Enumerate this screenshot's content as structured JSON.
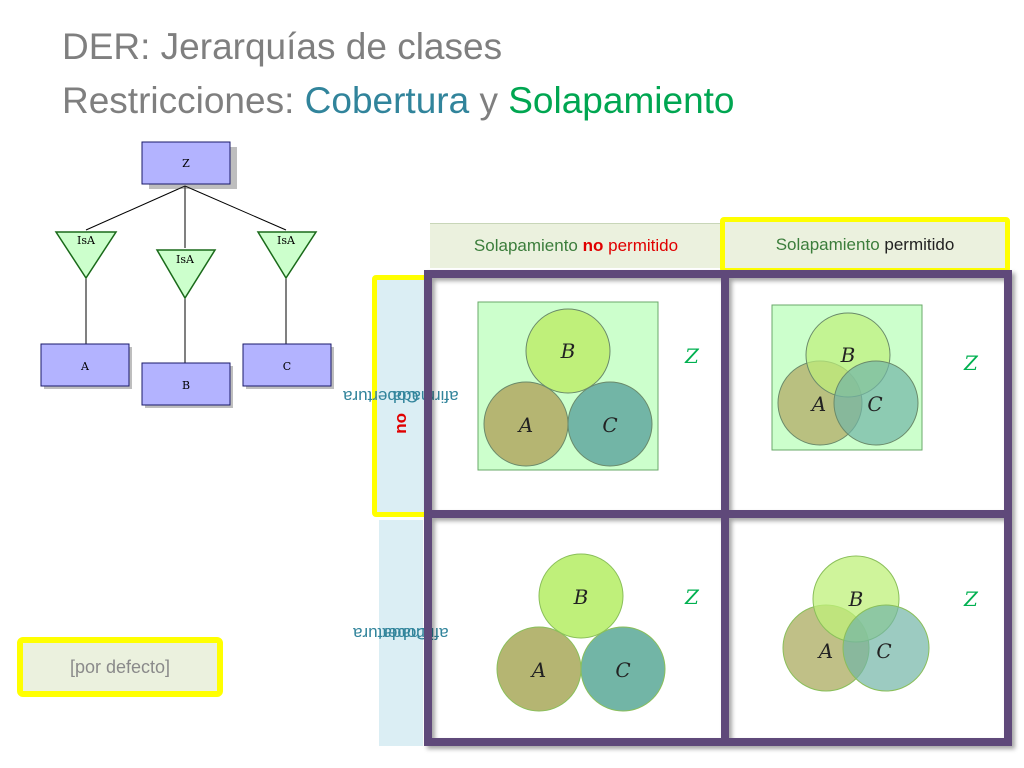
{
  "title": {
    "line1": "DER: Jerarquías de clases",
    "line2_prefix": "Restricciones: ",
    "line2_cobertura": "Cobertura",
    "line2_y": " y ",
    "line2_solapamiento": "Solapamiento"
  },
  "hierarchy": {
    "superclass": "Z",
    "isa_label": "IsA",
    "subclasses": [
      "A",
      "B",
      "C"
    ]
  },
  "column_headers": {
    "no_overlap": {
      "prefix": "Solapamiento ",
      "emphasis": "no",
      "suffix": " permitido"
    },
    "overlap": {
      "prefix": "Solapamiento ",
      "suffix": "permitido"
    }
  },
  "row_headers": {
    "no_coverage": {
      "prefix": "Cobertura ",
      "emphasis": "no",
      "suffix": " afirmada"
    },
    "coverage": {
      "prefix": "Cobertura ",
      "suffix": "afirmada"
    }
  },
  "venn": {
    "set_labels": [
      "A",
      "B",
      "C"
    ],
    "universe_label": "Z"
  },
  "default_label": "[por defecto]",
  "colors": {
    "title_gray": "#7f7f7f",
    "cobertura_blue": "#31849b",
    "solapamiento_green": "#00a651",
    "emphasis_red": "#e00000",
    "highlight_yellow": "#ffff00",
    "grid_purple": "#5f497a",
    "universe_green": "#ccffcc",
    "circle_a": "#b5b572",
    "circle_b": "#bff07a",
    "circle_c": "#72b5a6"
  }
}
